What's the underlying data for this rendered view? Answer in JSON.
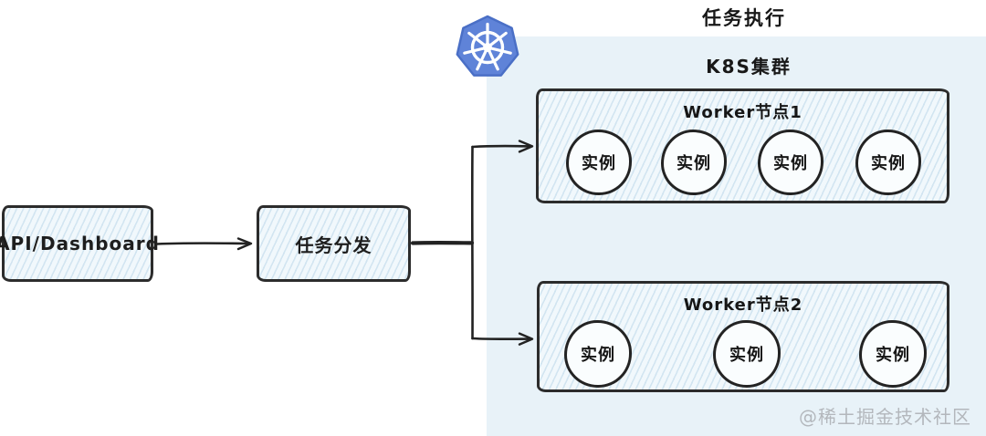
{
  "diagram": {
    "title": "任务执行",
    "cluster_label": "K8S集群",
    "watermark": "@稀土掘金技术社区",
    "nodes": {
      "api": {
        "label": "API/Dashboard"
      },
      "dispatch": {
        "label": "任务分发"
      },
      "worker1": {
        "title": "Worker节点1",
        "instances": [
          "实例",
          "实例",
          "实例",
          "实例"
        ]
      },
      "worker2": {
        "title": "Worker节点2",
        "instances": [
          "实例",
          "实例",
          "实例"
        ]
      }
    },
    "icons": {
      "kubernetes": "kubernetes-helm-logo"
    },
    "colors": {
      "cluster_bg": "#e8f2f8",
      "box_fill": "#f1f8fc",
      "hatch": "#8cb9d7",
      "stroke": "#2c2c2c",
      "k8s_blue": "#5f83d8",
      "k8s_blue_dark": "#4a6fc6",
      "watermark_gray": "#b3b7bc"
    },
    "edges": [
      {
        "from": "api",
        "to": "dispatch"
      },
      {
        "from": "dispatch",
        "to": "worker1"
      },
      {
        "from": "dispatch",
        "to": "worker2"
      }
    ]
  }
}
